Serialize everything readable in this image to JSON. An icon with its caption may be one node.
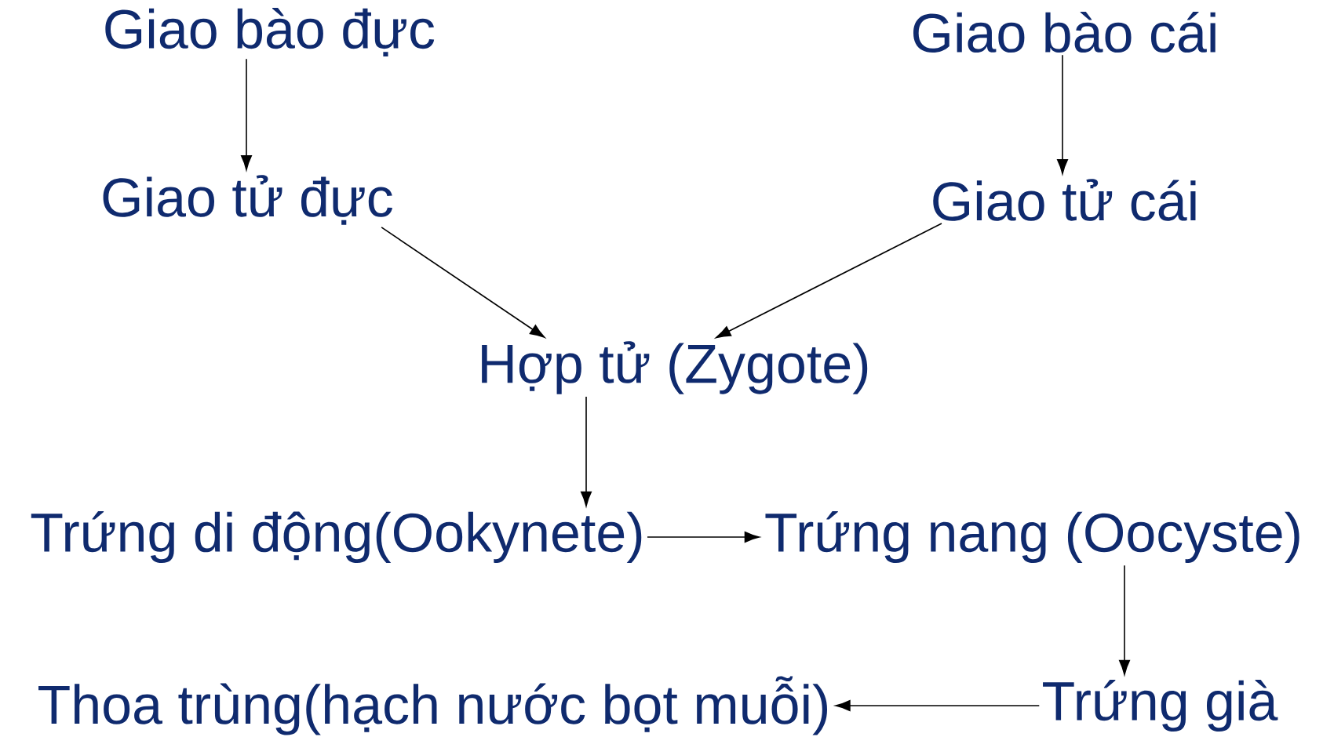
{
  "diagram": {
    "nodes": [
      {
        "text": [
          "Giao bào đực"
        ]
      },
      {
        "text": [
          "Giao bào cái"
        ]
      },
      {
        "text": [
          "Giao tử đực"
        ]
      },
      {
        "text": [
          "Giao tử cái"
        ]
      },
      {
        "text": [
          "Hợp tử (Zygote)"
        ]
      },
      {
        "text": [
          "Trứng di động(Ookynete)"
        ]
      },
      {
        "text": [
          "Trứng nang (Oocyste)"
        ]
      },
      {
        "text": [
          "Thoa trùng(hạch nước bọt muỗi)"
        ]
      },
      {
        "text": [
          "Trứng già"
        ]
      }
    ],
    "edges": [
      {
        "from": 0,
        "to": 2,
        "arrow": "to"
      },
      {
        "from": 1,
        "to": 3,
        "arrow": "to"
      },
      {
        "from": 2,
        "to": 4,
        "arrow": "to"
      },
      {
        "from": 3,
        "to": 4,
        "arrow": "to"
      },
      {
        "from": 4,
        "to": 5,
        "arrow": "to"
      },
      {
        "from": 5,
        "to": 6,
        "arrow": "to"
      },
      {
        "from": 6,
        "to": 8,
        "arrow": "to"
      },
      {
        "from": 8,
        "to": 7,
        "arrow": "to"
      }
    ]
  }
}
